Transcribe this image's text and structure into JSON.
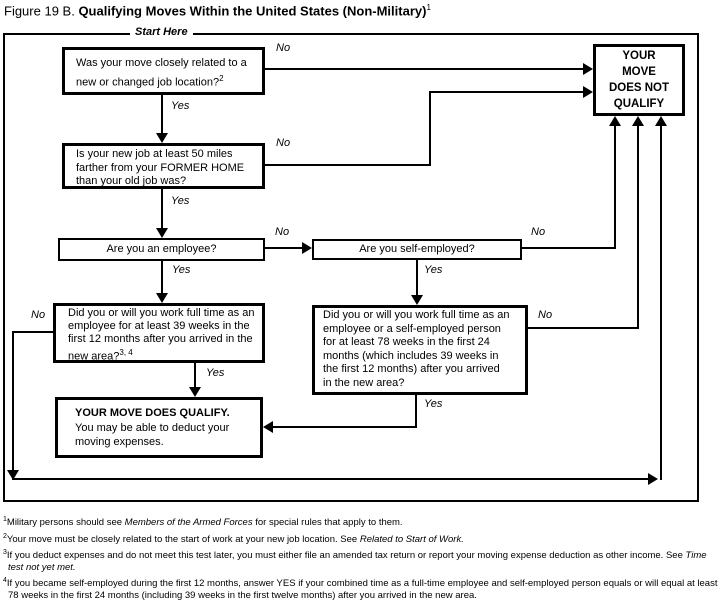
{
  "title": {
    "prefix": "Figure 19 B. ",
    "bold": "Qualifying Moves Within the United States (Non-Military)",
    "sup": "1"
  },
  "start_here": "Start Here",
  "labels": {
    "yes": "Yes",
    "no": "No"
  },
  "boxes": {
    "q1": {
      "lines": [
        "Was your move closely related to a",
        "new or changed job location?"
      ],
      "sup": "2"
    },
    "does_not_qualify": {
      "lines": [
        "YOUR",
        "MOVE",
        "DOES NOT",
        "QUALIFY"
      ]
    },
    "q2": {
      "lines": [
        "Is your new job at least 50 miles",
        "farther from your FORMER HOME",
        "than your old job was?"
      ]
    },
    "q3": {
      "text": "Are you an employee?"
    },
    "q4": {
      "text": "Are you self-employed?"
    },
    "q5": {
      "lines": [
        "Did you or will you work full time as an",
        "employee for at least 39 weeks in the",
        "first 12 months after you arrived in the",
        "new area?"
      ],
      "sup": "3, 4"
    },
    "q6": {
      "lines": [
        "Did you or will you work full time as an",
        "employee or a self-employed person",
        "for at least 78 weeks in the first 24",
        "months (which includes 39 weeks in",
        "the first 12 months) after you arrived",
        "in the new area?"
      ]
    },
    "qualify": {
      "title": "YOUR MOVE DOES QUALIFY.",
      "lines": [
        "You may be able to deduct your",
        "moving expenses."
      ]
    }
  },
  "footnotes": [
    {
      "num": "1",
      "pre": "Military persons should see ",
      "italic": "Members of the Armed Forces",
      "post": " for special rules that apply to them."
    },
    {
      "num": "2",
      "pre": "Your move must be closely related to the start of work at your new job location. See ",
      "italic": "Related to Start of Work.",
      "post": ""
    },
    {
      "num": "3",
      "pre": "If you deduct expenses and do not meet this test later, you must either file an amended tax return or report your moving expense deduction as other income. See ",
      "italic": "Time test not yet met.",
      "post": ""
    },
    {
      "num": "4",
      "pre": "If you became self-employed during the first 12 months, answer YES if your combined time as a full-time employee and self-employed person equals or will equal at least 78 weeks in the first 24 months (including 39 weeks in the first twelve months) after you arrived in the new area.",
      "italic": "",
      "post": ""
    }
  ],
  "colors": {
    "line": "#000000",
    "background": "#ffffff"
  }
}
